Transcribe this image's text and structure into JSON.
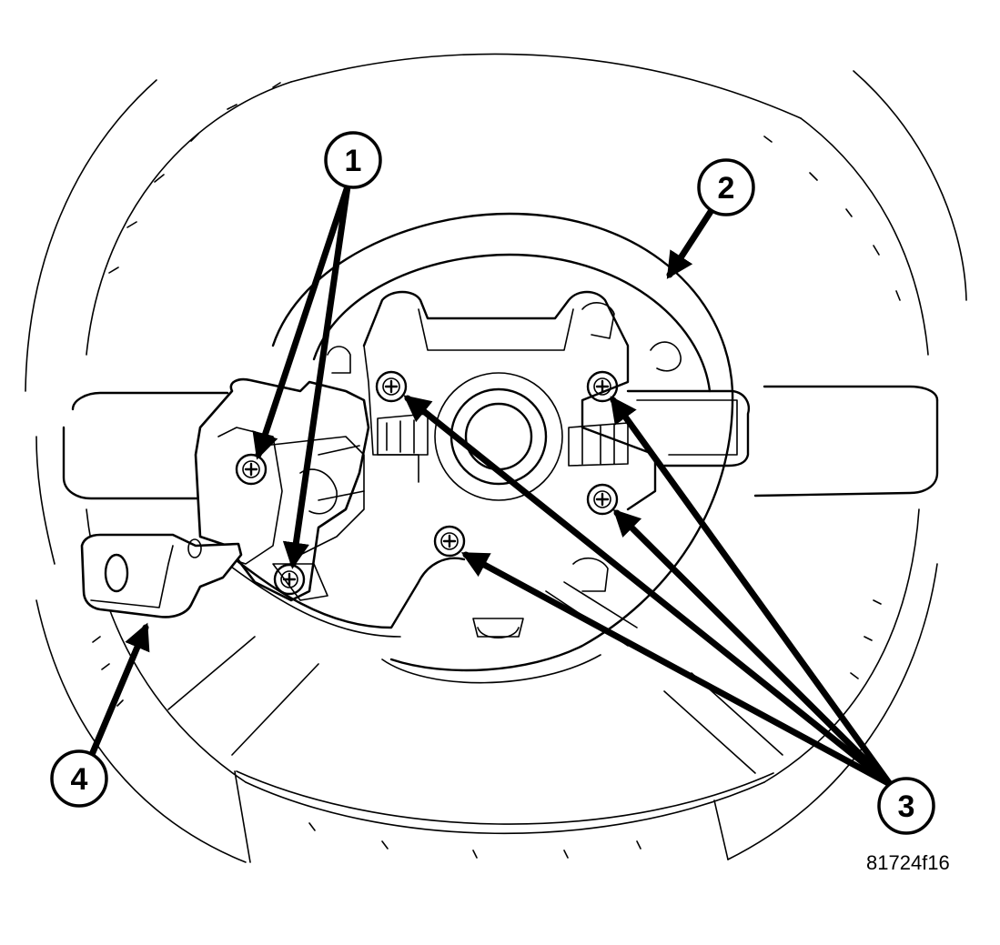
{
  "callouts": {
    "c1": "1",
    "c2": "2",
    "c3": "3",
    "c4": "4"
  },
  "figure_id": "81724f16"
}
